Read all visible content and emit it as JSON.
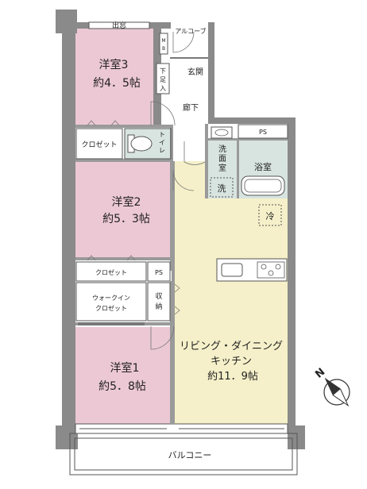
{
  "rooms": {
    "western3": {
      "name": "洋室3",
      "size": "約4．5帖"
    },
    "western2": {
      "name": "洋室2",
      "size": "約5．3帖"
    },
    "western1": {
      "name": "洋室1",
      "size": "約5．8帖"
    },
    "ldk": {
      "line1": "リビング・ダイニング",
      "line2": "キッチン",
      "size": "約11．9帖"
    },
    "bath": "浴室",
    "washroom": [
      "洗",
      "面",
      "室"
    ],
    "hall": "廊下",
    "entrance": "玄関",
    "alcove": "アルコーブ",
    "toilet": [
      "ト",
      "イ",
      "レ"
    ],
    "shoebox": [
      "下",
      "足",
      "入"
    ],
    "mb": [
      "M",
      "B"
    ]
  },
  "labels": {
    "bay_window": "出窓",
    "closet": "クロゼット",
    "closet2": "クロゼット",
    "ps1": "PS",
    "ps2": "PS",
    "walkin_line1": "ウォークイン",
    "walkin_line2": "クロゼット",
    "storage": [
      "収",
      "納"
    ],
    "washer": "洗",
    "fridge": "冷",
    "balcony": "バルコニー",
    "north": "N"
  },
  "colors": {
    "bedroom": "#ecc8d5",
    "ldk": "#f5f0c9",
    "wet": "#d8e4e0",
    "wall": "#8a8a8a"
  }
}
